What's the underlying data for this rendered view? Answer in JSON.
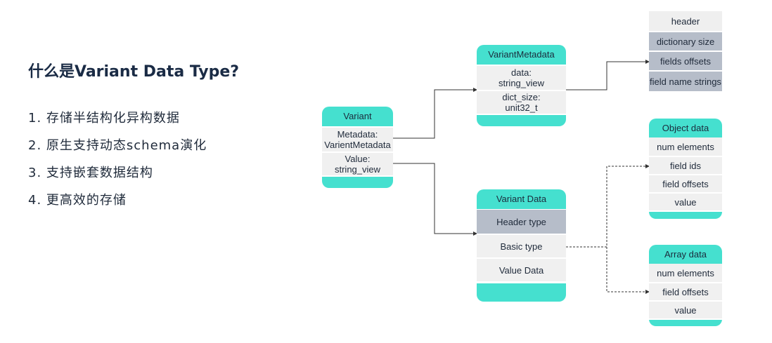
{
  "title": "什么是Variant Data Type?",
  "points": [
    "1. 存储半结构化异构数据",
    "2. 原生支持动态schema演化",
    "3. 支持嵌套数据结构",
    "4. 更高效的存储"
  ],
  "variant": {
    "title": "Variant",
    "fields": [
      [
        "Metadata:",
        "VarientMetadata"
      ],
      [
        "Value:",
        "string_view"
      ]
    ]
  },
  "variant_metadata": {
    "title": "VariantMetadata",
    "fields": [
      [
        "data:",
        "string_view"
      ],
      [
        "dict_size:",
        "unit32_t"
      ]
    ]
  },
  "metadata_layout": [
    "header",
    "dictionary size",
    "fields offsets",
    "field name strings"
  ],
  "variant_data": {
    "title": "Variant Data",
    "fields": [
      "Header type",
      "Basic type",
      "Value Data"
    ]
  },
  "object_data": {
    "title": "Object data",
    "fields": [
      "num elements",
      "field ids",
      "field offsets",
      "value"
    ]
  },
  "array_data": {
    "title": "Array data",
    "fields": [
      "num elements",
      "field offsets",
      "value"
    ]
  },
  "colors": {
    "header": "#45e0cf",
    "row": "#f0f0f0",
    "highlight": "#b6bdc9",
    "text": "#1f2a3a"
  }
}
